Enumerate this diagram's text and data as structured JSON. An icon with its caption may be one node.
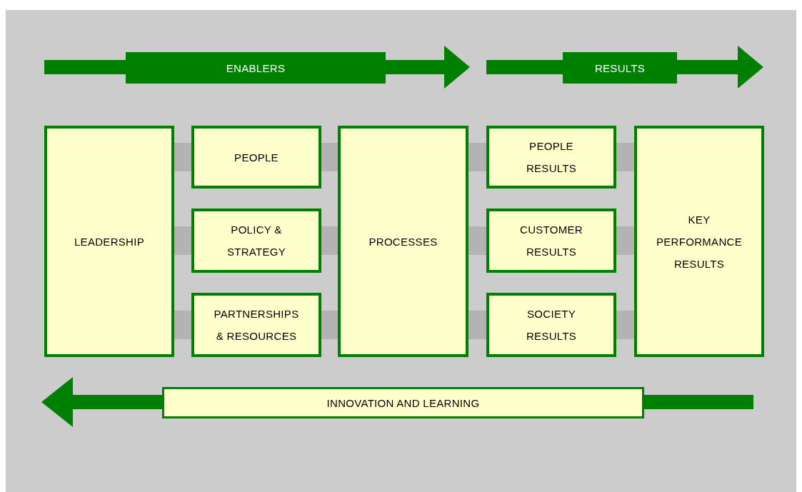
{
  "diagram": {
    "nodes": [
      {
        "text": [
          "ENABLERS"
        ]
      },
      {
        "text": [
          "RESULTS"
        ]
      },
      {
        "text": [
          "LEADERSHIP"
        ]
      },
      {
        "text": [
          "PEOPLE"
        ]
      },
      {
        "text": [
          "POLICY & STRATEGY"
        ]
      },
      {
        "text": [
          "PARTNERSHIPS & RESOURCES"
        ]
      },
      {
        "text": [
          "PROCESSES"
        ]
      },
      {
        "text": [
          "PEOPLE RESULTS"
        ]
      },
      {
        "text": [
          "CUSTOMER RESULTS"
        ]
      },
      {
        "text": [
          "SOCIETY RESULTS"
        ]
      },
      {
        "text": [
          "KEY PERFORMANCE RESULTS"
        ]
      },
      {
        "text": [
          "INNOVATION AND LEARNING"
        ]
      }
    ],
    "edges": [
      {
        "from": 2,
        "to": 3,
        "arrow": "none"
      },
      {
        "from": 2,
        "to": 4,
        "arrow": "none"
      },
      {
        "from": 2,
        "to": 5,
        "arrow": "none"
      },
      {
        "from": 3,
        "to": 6,
        "arrow": "none"
      },
      {
        "from": 4,
        "to": 6,
        "arrow": "none"
      },
      {
        "from": 5,
        "to": 6,
        "arrow": "none"
      },
      {
        "from": 6,
        "to": 7,
        "arrow": "none"
      },
      {
        "from": 6,
        "to": 8,
        "arrow": "none"
      },
      {
        "from": 6,
        "to": 9,
        "arrow": "none"
      },
      {
        "from": 7,
        "to": 10,
        "arrow": "none"
      },
      {
        "from": 8,
        "to": 10,
        "arrow": "none"
      },
      {
        "from": 9,
        "to": 10,
        "arrow": "none"
      }
    ]
  }
}
